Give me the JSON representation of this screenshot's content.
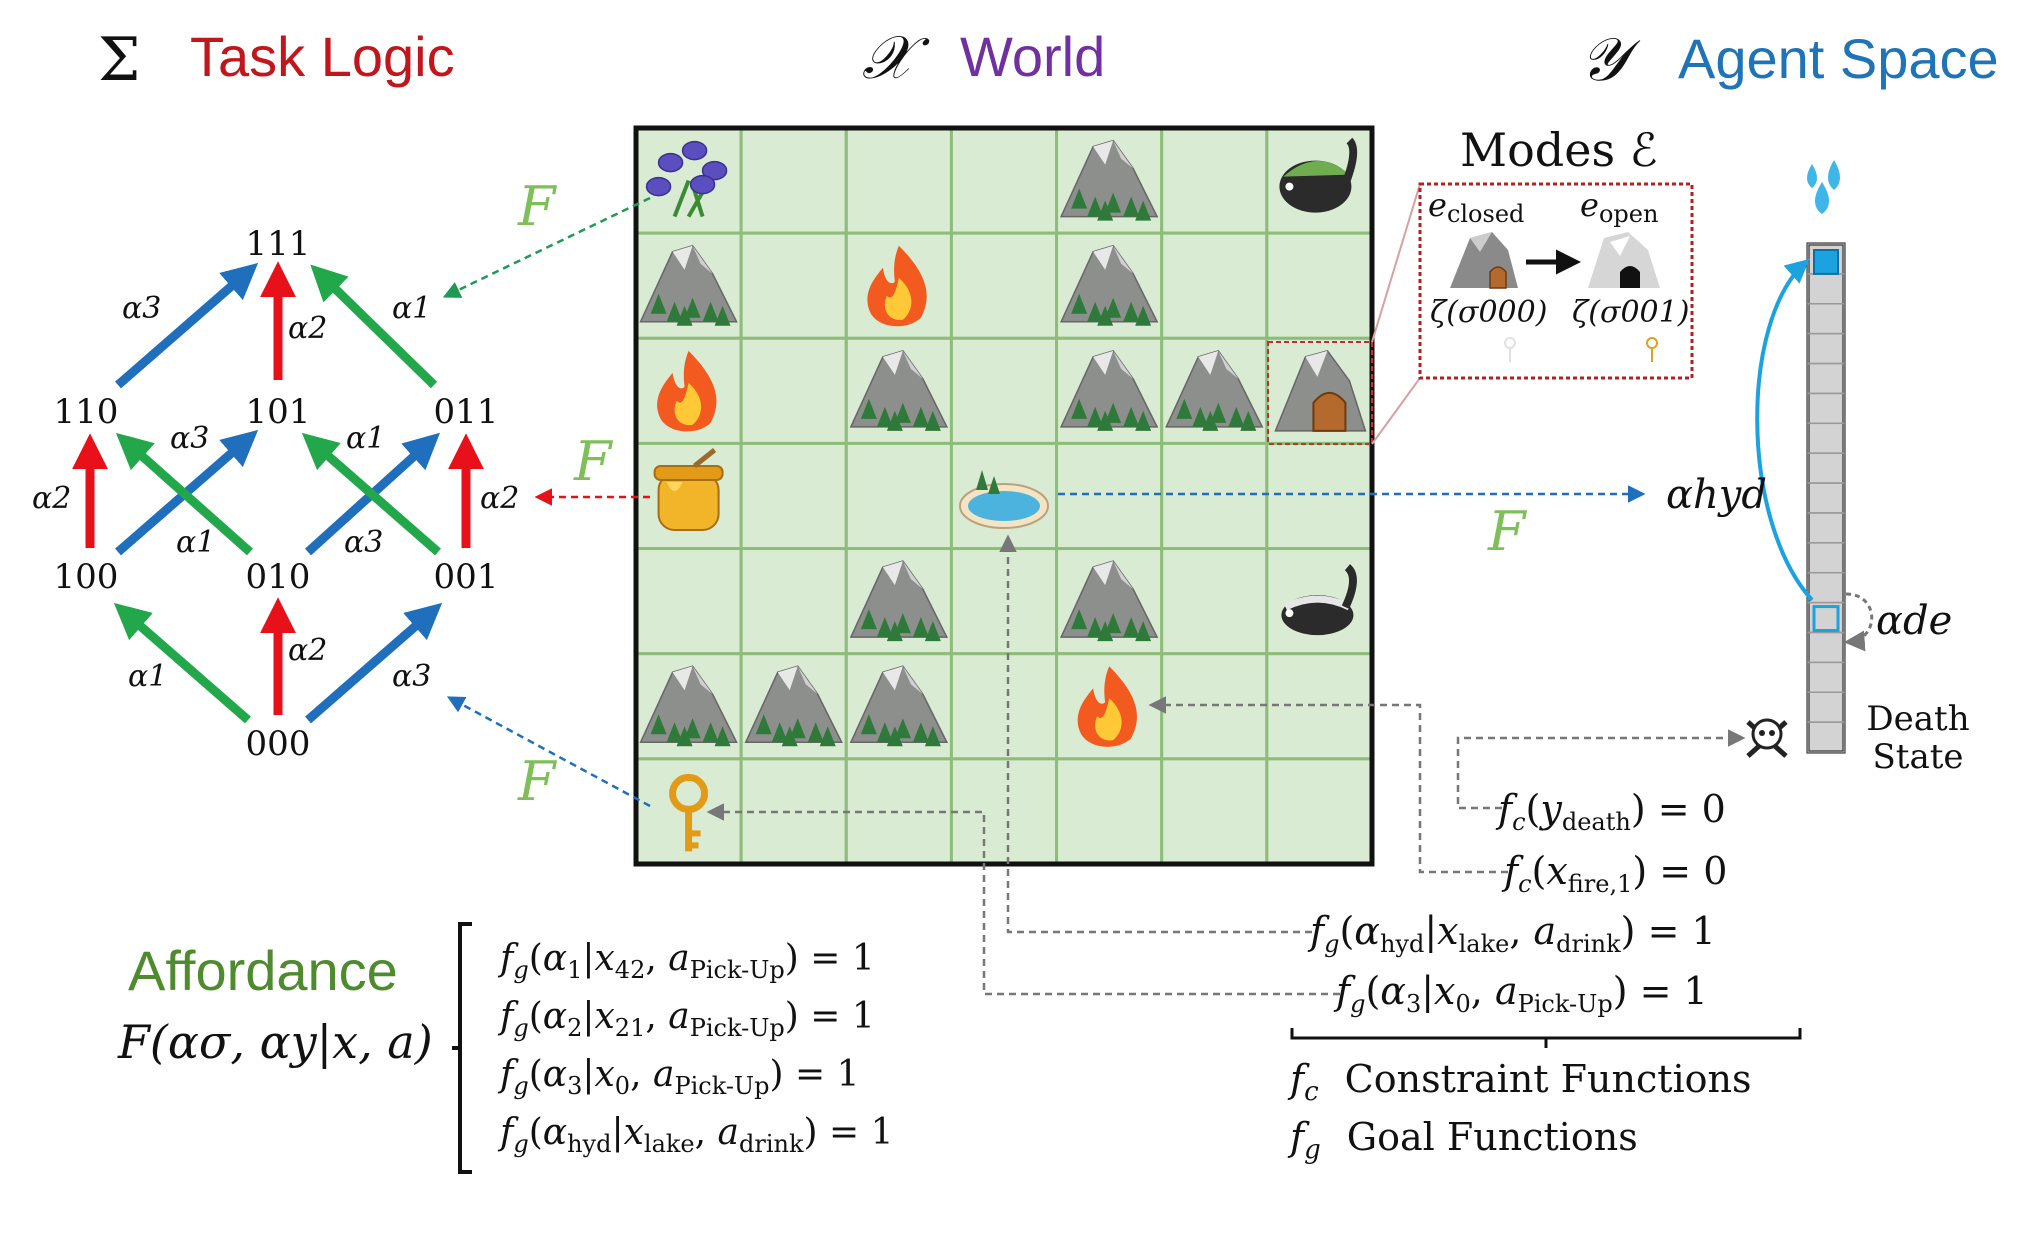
{
  "headers": {
    "task_logic": {
      "symbol": "Σ",
      "label": "Task Logic",
      "color": "#c0161c"
    },
    "world": {
      "symbol": "𝒳",
      "label": "World",
      "color": "#7030a0"
    },
    "agent_space": {
      "symbol": "𝒴",
      "label": "Agent Space",
      "color": "#1f73b7"
    }
  },
  "lattice": {
    "nodes": [
      "111",
      "110",
      "101",
      "011",
      "100",
      "010",
      "001",
      "000"
    ],
    "alpha1": "α1",
    "alpha2": "α2",
    "alpha3": "α3",
    "colors": {
      "alpha1": "#22a84a",
      "alpha2": "#e8111a",
      "alpha3": "#1f6fbd"
    }
  },
  "affordance_arrow_label": "F",
  "modes": {
    "title": "Modes ℰ",
    "closed_label": "e",
    "closed_sub": "closed",
    "open_label": "e",
    "open_sub": "open",
    "closed_map": "ζ(σ000)",
    "open_map": "ζ(σ001)"
  },
  "agent": {
    "alpha_hyd": "αhyd",
    "alpha_de": "αde",
    "death_state_line1": "Death",
    "death_state_line2": "State"
  },
  "affordance": {
    "title": "Affordance",
    "title_color": "#4e8a2e",
    "formula": "F(ασ, αy|x, a)",
    "equations": [
      "fg(α1|x42, aPick-Up) = 1",
      "fg(α2|x21, aPick-Up) = 1",
      "fg(α3|x0, aPick-Up) = 1",
      "fg(αhyd|xlake, adrink) = 1"
    ]
  },
  "constraints": {
    "equations": [
      "fc(ydeath) = 0",
      "fc(xfire,1) = 0",
      "fg(αhyd|xlake, adrink) = 1",
      "fg(α3|x0, aPick-Up) = 1"
    ],
    "legend": [
      {
        "sym": "fc",
        "label": "Constraint Functions"
      },
      {
        "sym": "fg",
        "label": "Goal Functions"
      }
    ]
  },
  "grid": {
    "rows": 7,
    "cols": 7,
    "cells": [
      {
        "r": 0,
        "c": 0,
        "type": "flower"
      },
      {
        "r": 0,
        "c": 4,
        "type": "mountain"
      },
      {
        "r": 0,
        "c": 6,
        "type": "dark-beast"
      },
      {
        "r": 1,
        "c": 0,
        "type": "mountain"
      },
      {
        "r": 1,
        "c": 2,
        "type": "fire"
      },
      {
        "r": 1,
        "c": 4,
        "type": "mountain"
      },
      {
        "r": 2,
        "c": 0,
        "type": "fire"
      },
      {
        "r": 2,
        "c": 2,
        "type": "mountain"
      },
      {
        "r": 2,
        "c": 4,
        "type": "mountain"
      },
      {
        "r": 2,
        "c": 5,
        "type": "mountain"
      },
      {
        "r": 2,
        "c": 6,
        "type": "cave"
      },
      {
        "r": 3,
        "c": 0,
        "type": "honey"
      },
      {
        "r": 3,
        "c": 3,
        "type": "lake"
      },
      {
        "r": 4,
        "c": 2,
        "type": "mountain"
      },
      {
        "r": 4,
        "c": 4,
        "type": "mountain"
      },
      {
        "r": 4,
        "c": 6,
        "type": "badger"
      },
      {
        "r": 5,
        "c": 0,
        "type": "mountain"
      },
      {
        "r": 5,
        "c": 1,
        "type": "mountain"
      },
      {
        "r": 5,
        "c": 2,
        "type": "mountain"
      },
      {
        "r": 5,
        "c": 4,
        "type": "fire"
      },
      {
        "r": 6,
        "c": 0,
        "type": "key"
      }
    ]
  }
}
